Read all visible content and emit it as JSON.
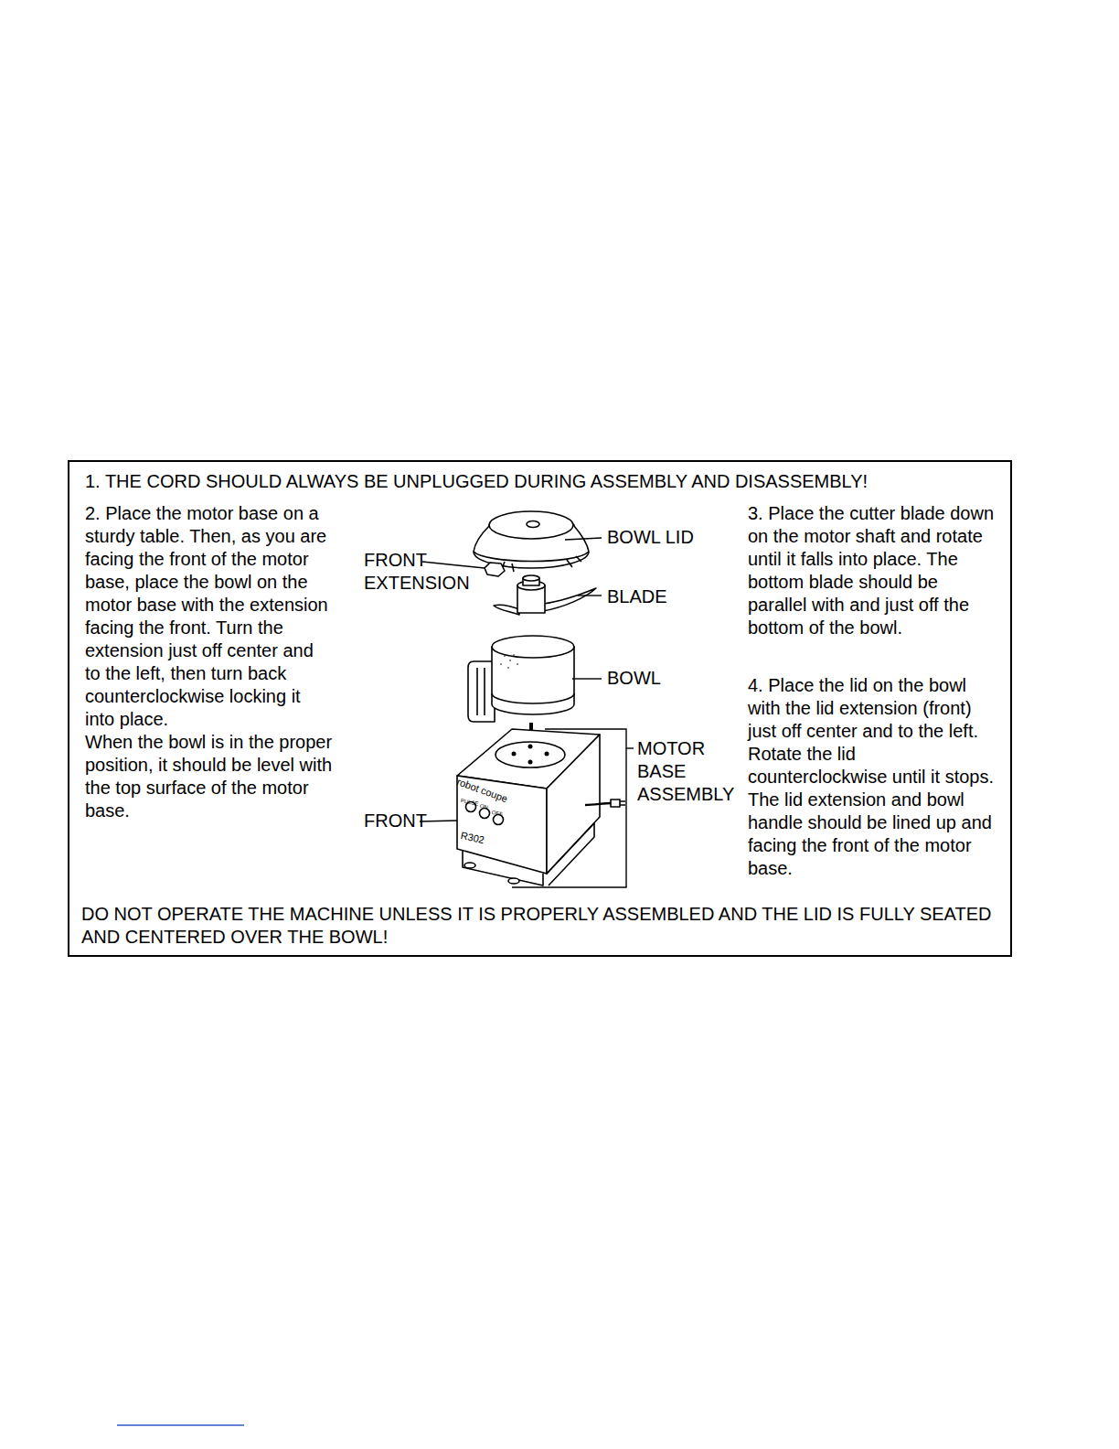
{
  "diagram": {
    "nodes": [
      {
        "text": [
          "1. THE CORD SHOULD ALWAYS BE UNPLUGGED DURING ASSEMBLY AND DISASSEMBLY!",
          "2. Place the motor base on a sturdy table. Then, as you are facing the front of the motor base, place the bowl on the motor base with the extension facing the front. Turn the extension just off center and to the left, then turn back counterclockwise locking it into place.",
          "When the bowl is in the proper position, it should be level with the top surface of the motor base.",
          "3. Place the cutter blade down on the motor shaft and rotate until it falls into place. The bottom blade should be parallel with and just off the bottom of the bowl.",
          "4. Place the lid on the bowl with the lid extension (front) just off center and to the left. Rotate the lid counterclockwise until it stops.",
          "The lid extension and bowl handle should be lined up and facing the front of the motor base.",
          "DO NOT OPERATE THE MACHINE UNLESS IT IS PROPERLY ASSEMBLED AND THE LID IS FULLY SEATED AND CENTERED OVER THE BOWL!"
        ]
      }
    ],
    "labels": [
      "BOWL LID",
      "FRONT EXTENSION",
      "BLADE",
      "BOWL",
      "MOTOR BASE ASSEMBLY",
      "FRONT",
      "robot coupe",
      "R302",
      "PULSE",
      "ON",
      "OFF"
    ]
  }
}
